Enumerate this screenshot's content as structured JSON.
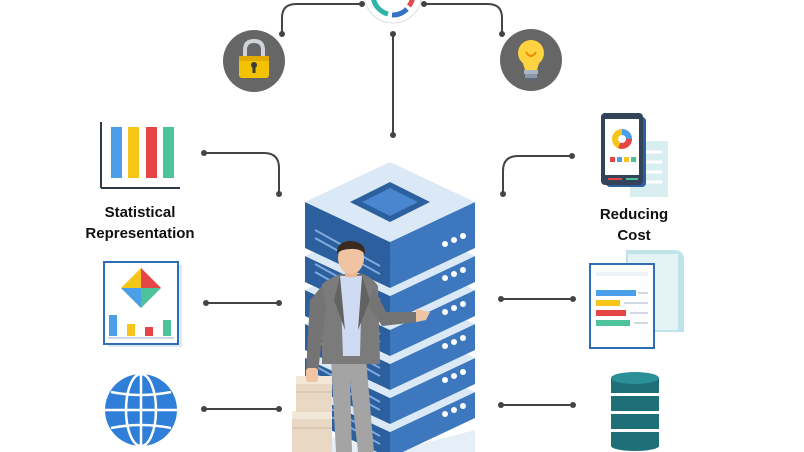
{
  "labels": {
    "left_top": [
      "Statistical",
      "Representation"
    ],
    "right_top": [
      "Reducing",
      "Cost"
    ]
  },
  "colors": {
    "server_dark": "#2c5f9e",
    "server_light": "#dbe8f6",
    "connector": "#444444",
    "badge_gray": "#666666",
    "lock_yellow": "#f2c200",
    "bulb_yellow": "#ffd23f",
    "globe_blue": "#2f7fd8"
  },
  "icons": {
    "top_center": "analytics-dial-icon",
    "top_left": "padlock-icon",
    "top_right": "lightbulb-icon",
    "left_1": "bar-chart-icon",
    "left_2": "pyramid-chart-icon",
    "left_3": "globe-icon",
    "right_1": "mobile-dashboard-icon",
    "right_2": "report-document-icon",
    "right_3": "database-icon",
    "center": "server-rack-icon",
    "person": "businessman-presenter"
  }
}
